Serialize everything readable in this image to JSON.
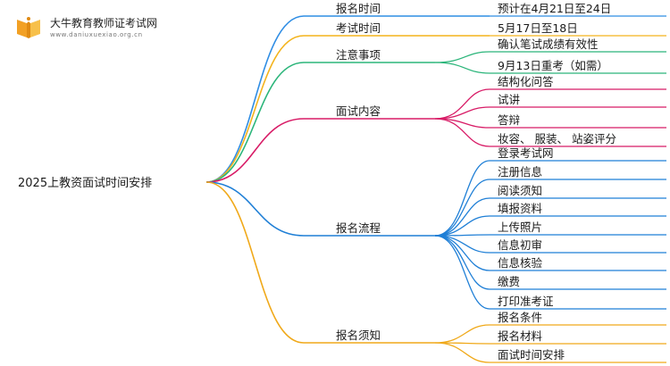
{
  "logo": {
    "title": "大牛教育教师证考试网",
    "url": "www.daniuxuexiao.org.cn",
    "brand_color": "#f2a024"
  },
  "root": {
    "label": "2025上教资面试时间安排"
  },
  "branches": [
    {
      "label": "报名时间",
      "color": "#2f8de4",
      "children": [
        {
          "label": "预计在4月21日至24日"
        }
      ]
    },
    {
      "label": "考试时间",
      "color": "#f3b31c",
      "children": [
        {
          "label": "5月17日至18日"
        }
      ]
    },
    {
      "label": "注意事项",
      "color": "#2bb57a",
      "children": [
        {
          "label": "确认笔试成绩有效性"
        },
        {
          "label": "9月13日重考（如需）"
        }
      ]
    },
    {
      "label": "面试内容",
      "color": "#d81b66",
      "children": [
        {
          "label": "结构化问答"
        },
        {
          "label": "试讲"
        },
        {
          "label": "答辩"
        },
        {
          "label": "妆容、 服装、 站姿评分"
        }
      ]
    },
    {
      "label": "报名流程",
      "color": "#1f7fd6",
      "children": [
        {
          "label": "登录考试网"
        },
        {
          "label": "注册信息"
        },
        {
          "label": "阅读须知"
        },
        {
          "label": "填报资料"
        },
        {
          "label": "上传照片"
        },
        {
          "label": "信息初审"
        },
        {
          "label": "信息核验"
        },
        {
          "label": "缴费"
        },
        {
          "label": "打印准考证"
        }
      ]
    },
    {
      "label": "报名须知",
      "color": "#f0a91a",
      "children": [
        {
          "label": "报名条件"
        },
        {
          "label": "报名材料"
        },
        {
          "label": "面试时间安排"
        }
      ]
    }
  ]
}
